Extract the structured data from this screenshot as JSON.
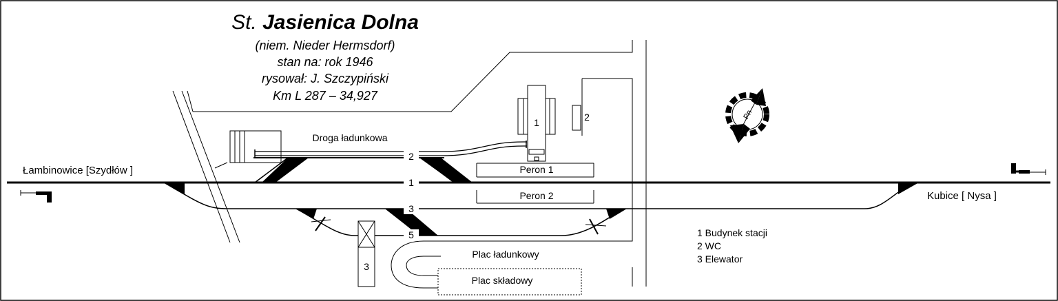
{
  "title": {
    "prefix": "St.",
    "name": "Jasienica Dolna",
    "lines": [
      "(niem. Nieder Hermsdorf)",
      "stan na: rok 1946",
      "rysował: J. Szczypiński",
      "Km L 287 – 34,927"
    ]
  },
  "directions": {
    "west": "Łambinowice [Szydłów ]",
    "east": "Kubice [ Nysa ]"
  },
  "labels": {
    "road": "Droga ładunkowa",
    "platform_1": "Peron 1",
    "platform_2": "Peron 2",
    "loading_square": "Plac ładunkowy",
    "storage_square": "Plac składowy",
    "compass": "Pn"
  },
  "tracks": [
    "2",
    "1",
    "3",
    "5"
  ],
  "buildings": {
    "station": "1",
    "wc": "2",
    "elevator": "3"
  },
  "legend": [
    "1 Budynek stacji",
    "2 WC",
    "3 Elewator"
  ]
}
